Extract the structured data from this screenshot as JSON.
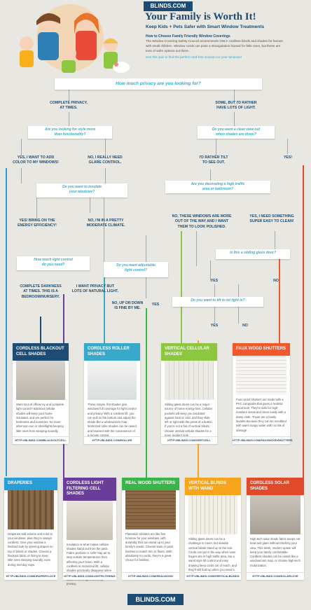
{
  "header": {
    "logo": "BLINDS.COM",
    "title": "Your Family is Worth It!",
    "subtitle": "Keep Kids + Pets Safer with Smart Window Treatments",
    "intro_heading": "How to Choose Family Friendly Window Coverings",
    "intro_body": "The Window Covering Safety Council recommends ONLY cordless blinds and shades for homes with small children. Window cords can pose a strangulation hazard for little ones, but these are tons of safer options out there.",
    "intro_cta": "Use this quiz to find the perfect cord-free solution for your windows!"
  },
  "flow": {
    "q1": "How much privacy are you looking for?",
    "a_complete": "COMPLETE PRIVACY,\nAT TIMES.",
    "a_some": "SOME, BUT I'D RATHER\nHAVE LOTS OF LIGHT.",
    "q_style": "Are you looking for style more\nthan functionality?",
    "q_clear": "Do you want a clear view out\nwhen shades are down?",
    "a_yes_color": "YES, I WANT TO ADD\nCOLOR TO MY WINDOWS!",
    "a_glare": "NO, I REALLY NEED\nGLARE CONTROL.",
    "a_tilt": "I'D RATHER TILT\nTO SEE OUT.",
    "a_yes_right": "YES!",
    "q_insulate": "Do you want to insulate\nyour windows?",
    "q_traffic": "Are you decorating a high traffic\narea or bathroom?",
    "a_energy": "YES! BRING ON THE\nENERGY EFFICIENCY!",
    "a_moderate": "NO, I'M IN A PRETTY\nMODERATE CLIMATE.",
    "a_polished": "NO, THESE WINDOWS ARE MORE\nOUT OF THE WAY AND I WANT\nTHEM TO LOOK POLISHED.",
    "a_clean": "YES, I NEED SOMETHING\nSUPER EASY TO CLEAN!",
    "q_light": "How much light control\ndo you need?",
    "q_adjustable": "Do you want adjustable\nlight control?",
    "q_sliding": "Is this a sliding glass door?",
    "a_darkness": "COMPLETE DARKNESS\nAT TIMES. THIS IS A\nBEDROOM/NURSERY.",
    "a_natural": "I WANT PRIVACY BUT\nLOTS OF NATURAL LIGHT.",
    "a_updown": "NO, UP OR DOWN\nIS FINE BY ME.",
    "a_yes_mid": "YES",
    "a_yes_sl": "YES",
    "a_no_sl": "NO",
    "q_tilt": "Do you want to tilt to let light in?",
    "a_yes_tilt": "YES",
    "a_no_tilt": "NO"
  },
  "cards": [
    {
      "title": "CORDLESS BLACKOUT\nCELL SHADES",
      "color": "#1c4c73",
      "text": "Want tons of efficiency and complete light control? Blackout cellular shades will keep your home insulated, and are perfect for bedrooms and nurseries. No more afternoon sun or streetlights keeping little ones from sleeping soundly.",
      "url": "HTTP://BLINDS.COM/BLACKOUTCELL"
    },
    {
      "title": "CORDLESS ROLLER\nSHADES",
      "color": "#38a9c9",
      "text": "These simple, flat shades give windows full coverage for light control and privacy. With a cordless lift, you can pull on the bottom and adjust the shade like a windowroom map. Motorized roller shades can be raised and lowered with the convenience of a remote control.",
      "url": "HTTP://BLINDS.COM/ROLLER"
    },
    {
      "title": "VERTICAL CELLULAR\nSHADES",
      "color": "#8dc63f",
      "text": "Sliding glass doors can be a major source of home energy loss. Cellular pockets will keep you insulated against heat or cold, and they slide left or right with the press of a button. If you're not a fan of vertical blinds, choose vertical cellular shades for a more modern look.",
      "url": "HTTP://BLINDS.COM/VERTCELL"
    },
    {
      "title": "FAUX WOOD SHUTTERS",
      "color": "#f1592a",
      "text": "Faux wood shutters are made with a PVC composite that gives a realistic wood look. They're safe for high-moisture areas and clean easily with a damp cloth. These are a family favorite because they can be scrubbed with warm soapy water with no risk of damage.",
      "url": "HTTP://BLINDS.COM/FAUXWOODSHUTTERS"
    },
    {
      "title": "DRAPERIES",
      "color": "#2a9ed6",
      "text": "Draperies add volume and color to your windows, plus they're always cordless. Give your window a finished look by opening drapes on top of blinds or shades. Choose a blackout fabric or lining to keep little ones sleeping soundly, even during mid-day naps.",
      "url": "HTTP://BLINDS.COM/DRAPERYLOVE"
    },
    {
      "title": "CORDLESS LIGHT\nFILTERING CELL SHADES",
      "color": "#6a3d9a",
      "text": "Insulation is what makes cellular shades stand out from the pack. Fabric pockets or 'cells' trap air to stop outside temperatures from affecting your home. With a cordless or motorized lift, cellular shades practically disappear when raised. Choose a light filtering fabric to let in light, but keep privacy.",
      "url": "HTTP://BLINDS.COM/LIGHTFILTERING"
    },
    {
      "title": "REAL WOOD SHUTTERS",
      "color": "#39b54a",
      "text": "Plantation shutters are like fine furniture for your windows, with durability that can stand up to your family's needs. Choose stain or paint finishes to match trim or floors. With absolutely no cords, they're a great choice for families.",
      "url": "HTTP://BLINDS.COM/REALWOOD"
    },
    {
      "title": "VERTICAL BLINDS\nWITH WAND",
      "color": "#f7a51c",
      "text": "Sliding glass doors can be a challenge to cover, but durable vertical blinds stand up to the test. Cords can get in the way when vane fingers are in high traffic area, but a wand style tilt control and easy drawing keep cords out of reach, and they'll still hold up when you need it.",
      "url": "HTTP://BLINDS.COM/VERTICALBLINDS"
    },
    {
      "title": "CORDLESS SOLAR\nSHADES",
      "color": "#e0492a",
      "text": "High tech solar shade fabric keeps out heat and glare without blocking your view. This sleek, modern option will keep your family comfortable. Cordless shades can be raised like a windowroom map, or choose high-tech motorization.",
      "url": "HTTP://BLINDS.COM/SOLARLOVE"
    }
  ],
  "footer": {
    "logo": "BLINDS.COM"
  }
}
